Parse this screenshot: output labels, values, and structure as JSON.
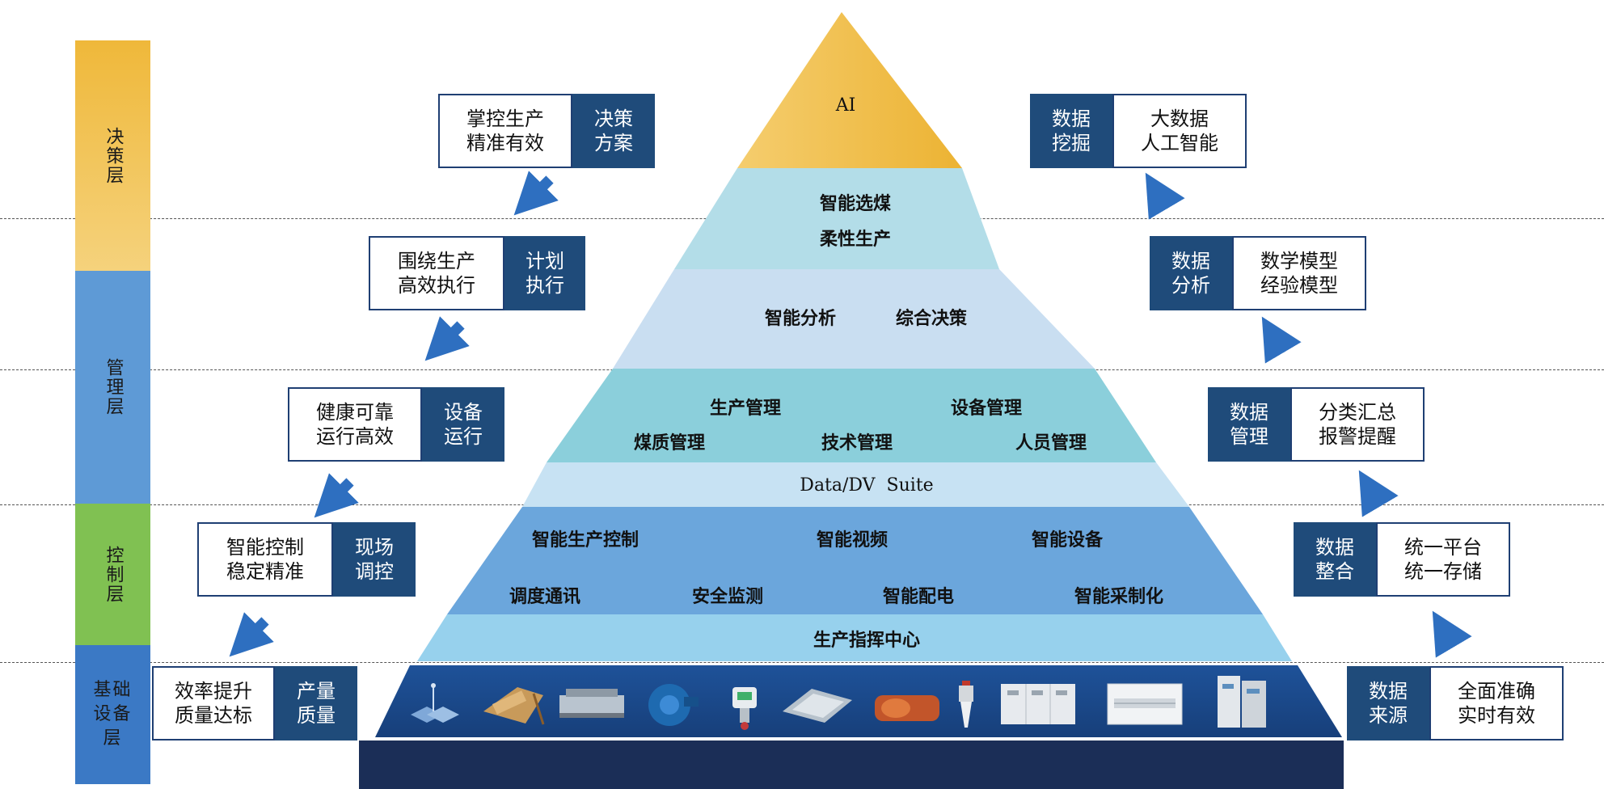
{
  "layers": {
    "decision": "决策层",
    "management": "管理层",
    "control": "控制层",
    "base": "基础设备层"
  },
  "colors": {
    "ai_gold": "#efb83a",
    "layer_decision": "#f2c75c",
    "layer_management": "#5b9bd5",
    "layer_control": "#7ac24b",
    "layer_base": "#3a78c4",
    "box_dark": "#1f4b7a",
    "arrow": "#2e6fc0"
  },
  "pyramid": {
    "tier1": "AI",
    "tier2": [
      "智能选煤",
      "柔性生产"
    ],
    "tier3": [
      "智能分析",
      "综合决策"
    ],
    "tier4": [
      "生产管理",
      "设备管理",
      "煤质管理",
      "技术管理",
      "人员管理"
    ],
    "tier5": "Data/DV  Suite",
    "tier6": [
      "智能生产控制",
      "智能视频",
      "智能设备",
      "调度通讯",
      "安全监测",
      "智能配电",
      "智能采制化"
    ],
    "tier7": "生产指挥中心",
    "equipment_icons": [
      "antenna-icon",
      "crusher-icon",
      "filter-press-icon",
      "slurry-pump-icon",
      "pressure-gauge-icon",
      "vibrating-screen-icon",
      "magnetic-separator-icon",
      "level-sensor-icon",
      "switchgear-cabinet-icon",
      "distribution-panel-icon",
      "control-cabinet-icon"
    ]
  },
  "left_boxes": [
    {
      "white": "掌控生产\n精准有效",
      "dark": "决策\n方案"
    },
    {
      "white": "围绕生产\n高效执行",
      "dark": "计划\n执行"
    },
    {
      "white": "健康可靠\n运行高效",
      "dark": "设备\n运行"
    },
    {
      "white": "智能控制\n稳定精准",
      "dark": "现场\n调控"
    },
    {
      "white": "效率提升\n质量达标",
      "dark": "产量\n质量"
    }
  ],
  "right_boxes": [
    {
      "dark": "数据\n挖掘",
      "white": "大数据\n人工智能"
    },
    {
      "dark": "数据\n分析",
      "white": "数学模型\n经验模型"
    },
    {
      "dark": "数据\n管理",
      "white": "分类汇总\n报警提醒"
    },
    {
      "dark": "数据\n整合",
      "white": "统一平台\n统一存储"
    },
    {
      "dark": "数据\n来源",
      "white": "全面准确\n实时有效"
    }
  ]
}
